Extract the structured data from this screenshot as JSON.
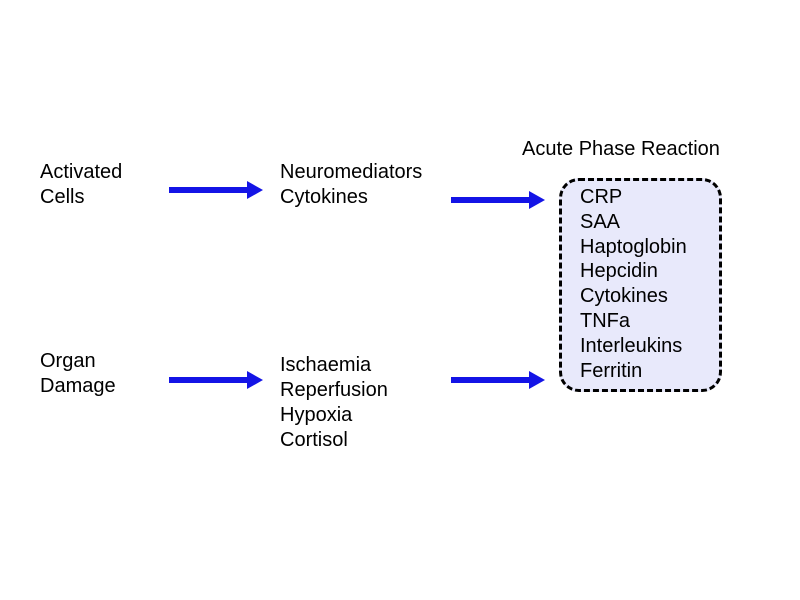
{
  "colors": {
    "arrow": "#1414e6",
    "box_fill": "#e8e9fb",
    "box_border": "#000000",
    "text": "#000000"
  },
  "sources": {
    "top": [
      "Activated",
      "Cells"
    ],
    "bottom": [
      "Organ",
      "Damage"
    ]
  },
  "mediators": {
    "top": [
      "Neuromediators",
      "Cytokines"
    ],
    "bottom": [
      "Ischaemia",
      "Reperfusion",
      "Hypoxia",
      "Cortisol"
    ]
  },
  "result": {
    "title": "Acute Phase Reaction",
    "items": [
      "CRP",
      "SAA",
      "Haptoglobin",
      "Hepcidin",
      "Cytokines",
      "TNFa",
      "Interleukins",
      "Ferritin"
    ]
  }
}
